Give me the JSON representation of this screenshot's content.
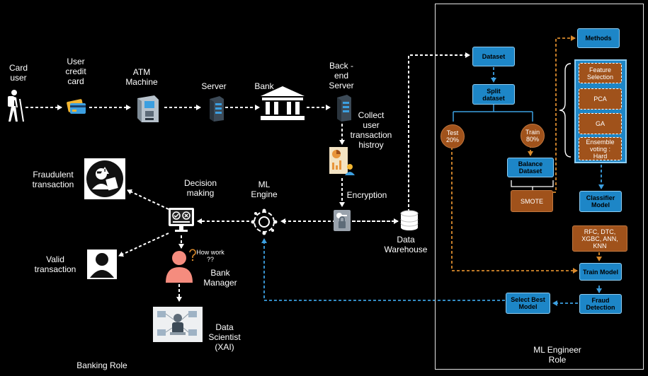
{
  "actors": {
    "card_user": "Card\nuser",
    "user_credit_card": "User\ncredit\ncard",
    "atm_machine": "ATM\nMachine",
    "server": "Server",
    "bank": "Bank",
    "backend_server": "Back -\nend\nServer",
    "collect_history": "Collect\nuser\ntransaction\nhistroy",
    "encryption": "Encryption",
    "data_warehouse": "Data\nWarehouse",
    "ml_engine": "ML\nEngine",
    "decision_making": "Decision\nmaking",
    "fraudulent_transaction": "Fraudulent\ntransaction",
    "valid_transaction": "Valid\ntransaction",
    "how_work": "How work\n??",
    "bank_manager": "Bank\nManager",
    "data_scientist": "Data\nScientist\n(XAI)"
  },
  "roles": {
    "banking": "Banking Role",
    "ml_engineer": "ML Engineer\nRole"
  },
  "ml": {
    "dataset": "Dataset",
    "split_dataset": "Split\ndataset",
    "test": "Test\n20%",
    "train": "Train\n80%",
    "balance_dataset": "Balance\nDataset",
    "smote": "SMOTE",
    "methods": "Methods",
    "feature_selection": "Feature\nSelection",
    "pca": "PCA",
    "ga": "GA",
    "ensemble": "Ensemble\nvoting :\nHard",
    "classifier_model": "Classifier\nModel",
    "classifiers": "RFC, DTC,\nXGBC, ANN,\nKNN",
    "train_model": "Train Model",
    "fraud_detection": "Fraud\nDetection",
    "select_best_model": "Select Best\nModel"
  },
  "colors": {
    "background": "#000000",
    "flow_white": "#ffffff",
    "flow_blue": "#3c9fe0",
    "flow_orange": "#d98a2c",
    "box_blue": "#1d86c7",
    "box_orange": "#a0521b"
  }
}
